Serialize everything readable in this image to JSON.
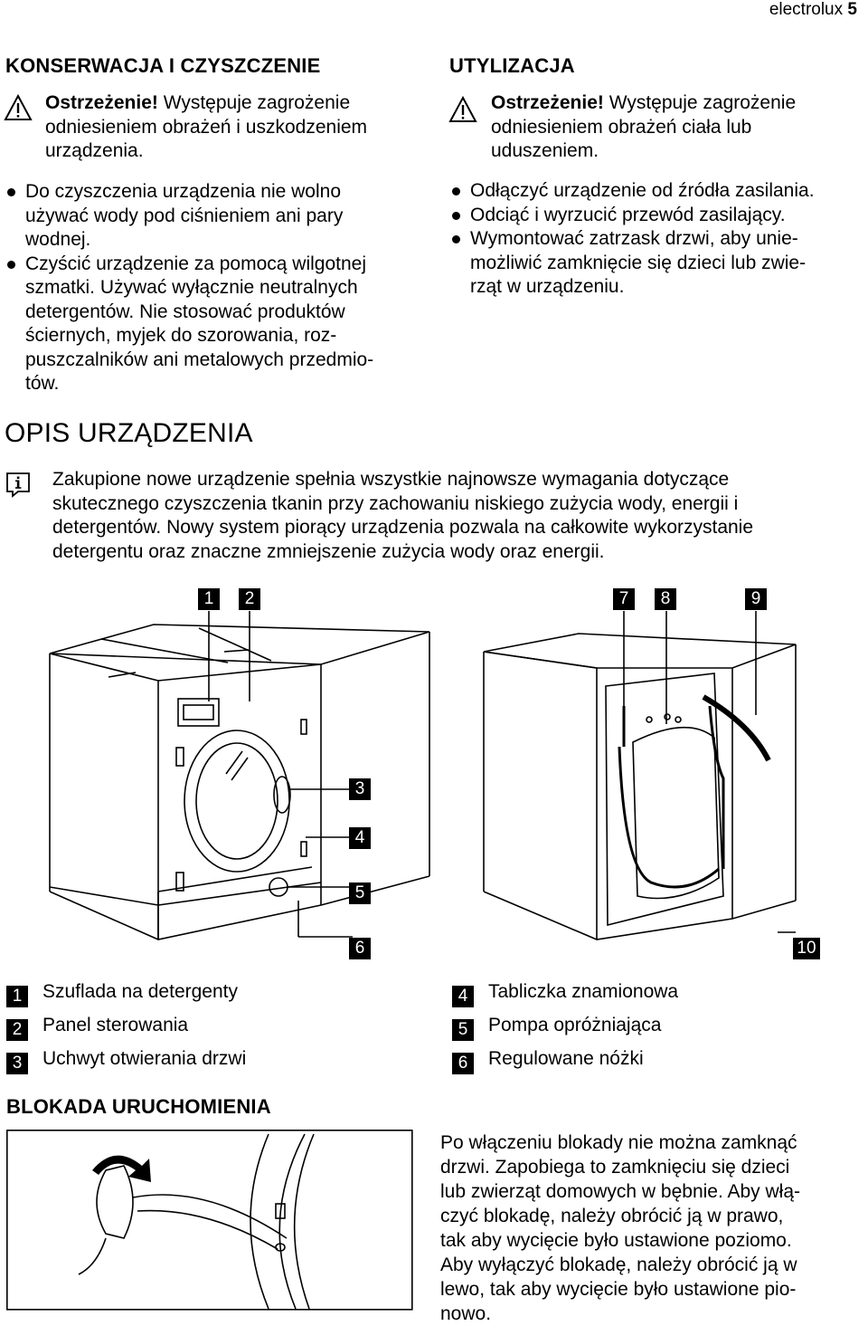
{
  "header": {
    "brand": "electrolux",
    "page": "5"
  },
  "konserwacja": {
    "title": "KONSERWACJA I CZYSZCZENIE",
    "warning_bold": "Ostrzeżenie!",
    "warning_line1": " Występuje zagrożenie",
    "warning_line2": "odniesieniem obrażeń i uszkodzeniem",
    "warning_line3": "urządzenia.",
    "bullets": [
      [
        "Do czyszczenia urządzenia nie wolno",
        "używać wody pod ciśnieniem ani pary",
        "wodnej."
      ],
      [
        "Czyścić urządzenie za pomocą wilgotnej",
        "szmatki. Używać wyłącznie neutralnych",
        "detergentów. Nie stosować produktów",
        "ściernych, myjek do szorowania, roz-",
        "puszczalników ani metalowych przedmio-",
        "tów."
      ]
    ]
  },
  "utylizacja": {
    "title": "UTYLIZACJA",
    "warning_bold": "Ostrzeżenie!",
    "warning_line1": " Występuje zagrożenie",
    "warning_line2": "odniesieniem obrażeń ciała lub",
    "warning_line3": "uduszeniem.",
    "bullets": [
      [
        "Odłączyć urządzenie od źródła zasilania."
      ],
      [
        "Odciąć i wyrzucić przewód zasilający."
      ],
      [
        "Wymontować zatrzask drzwi, aby unie-",
        "możliwić zamknięcie się dzieci lub zwie-",
        "rząt w urządzeniu."
      ]
    ]
  },
  "opis": {
    "title": "OPIS URZĄDZENIA",
    "info_lines": [
      "Zakupione nowe urządzenie spełnia wszystkie najnowsze wymagania dotyczące",
      "skutecznego czyszczenia tkanin przy zachowaniu niskiego zużycia wody, energii i",
      "detergentów. Nowy system piorący urządzenia pozwala na całkowite wykorzystanie",
      "detergentu oraz znaczne zmniejszenie zużycia wody oraz energii."
    ],
    "callouts": [
      "1",
      "2",
      "3",
      "4",
      "5",
      "6",
      "7",
      "8",
      "9",
      "10"
    ],
    "legend": [
      {
        "num": "1",
        "label": "Szuflada na detergenty"
      },
      {
        "num": "2",
        "label": "Panel sterowania"
      },
      {
        "num": "3",
        "label": "Uchwyt otwierania drzwi"
      },
      {
        "num": "4",
        "label": "Tabliczka znamionowa"
      },
      {
        "num": "5",
        "label": "Pompa opróżniająca"
      },
      {
        "num": "6",
        "label": "Regulowane nóżki"
      }
    ]
  },
  "blokada": {
    "title": "BLOKADA URUCHOMIENIA",
    "lines": [
      "Po włączeniu blokady nie można zamknąć",
      "drzwi. Zapobiega to zamknięciu się dzieci",
      "lub zwierząt domowych w bębnie. Aby włą-",
      "czyć blokadę, należy obrócić ją w prawo,",
      "tak aby wycięcie było ustawione poziomo.",
      "Aby wyłączyć blokadę, należy obrócić ją w",
      "lewo, tak aby wycięcie było ustawione pio-",
      "nowo."
    ]
  }
}
